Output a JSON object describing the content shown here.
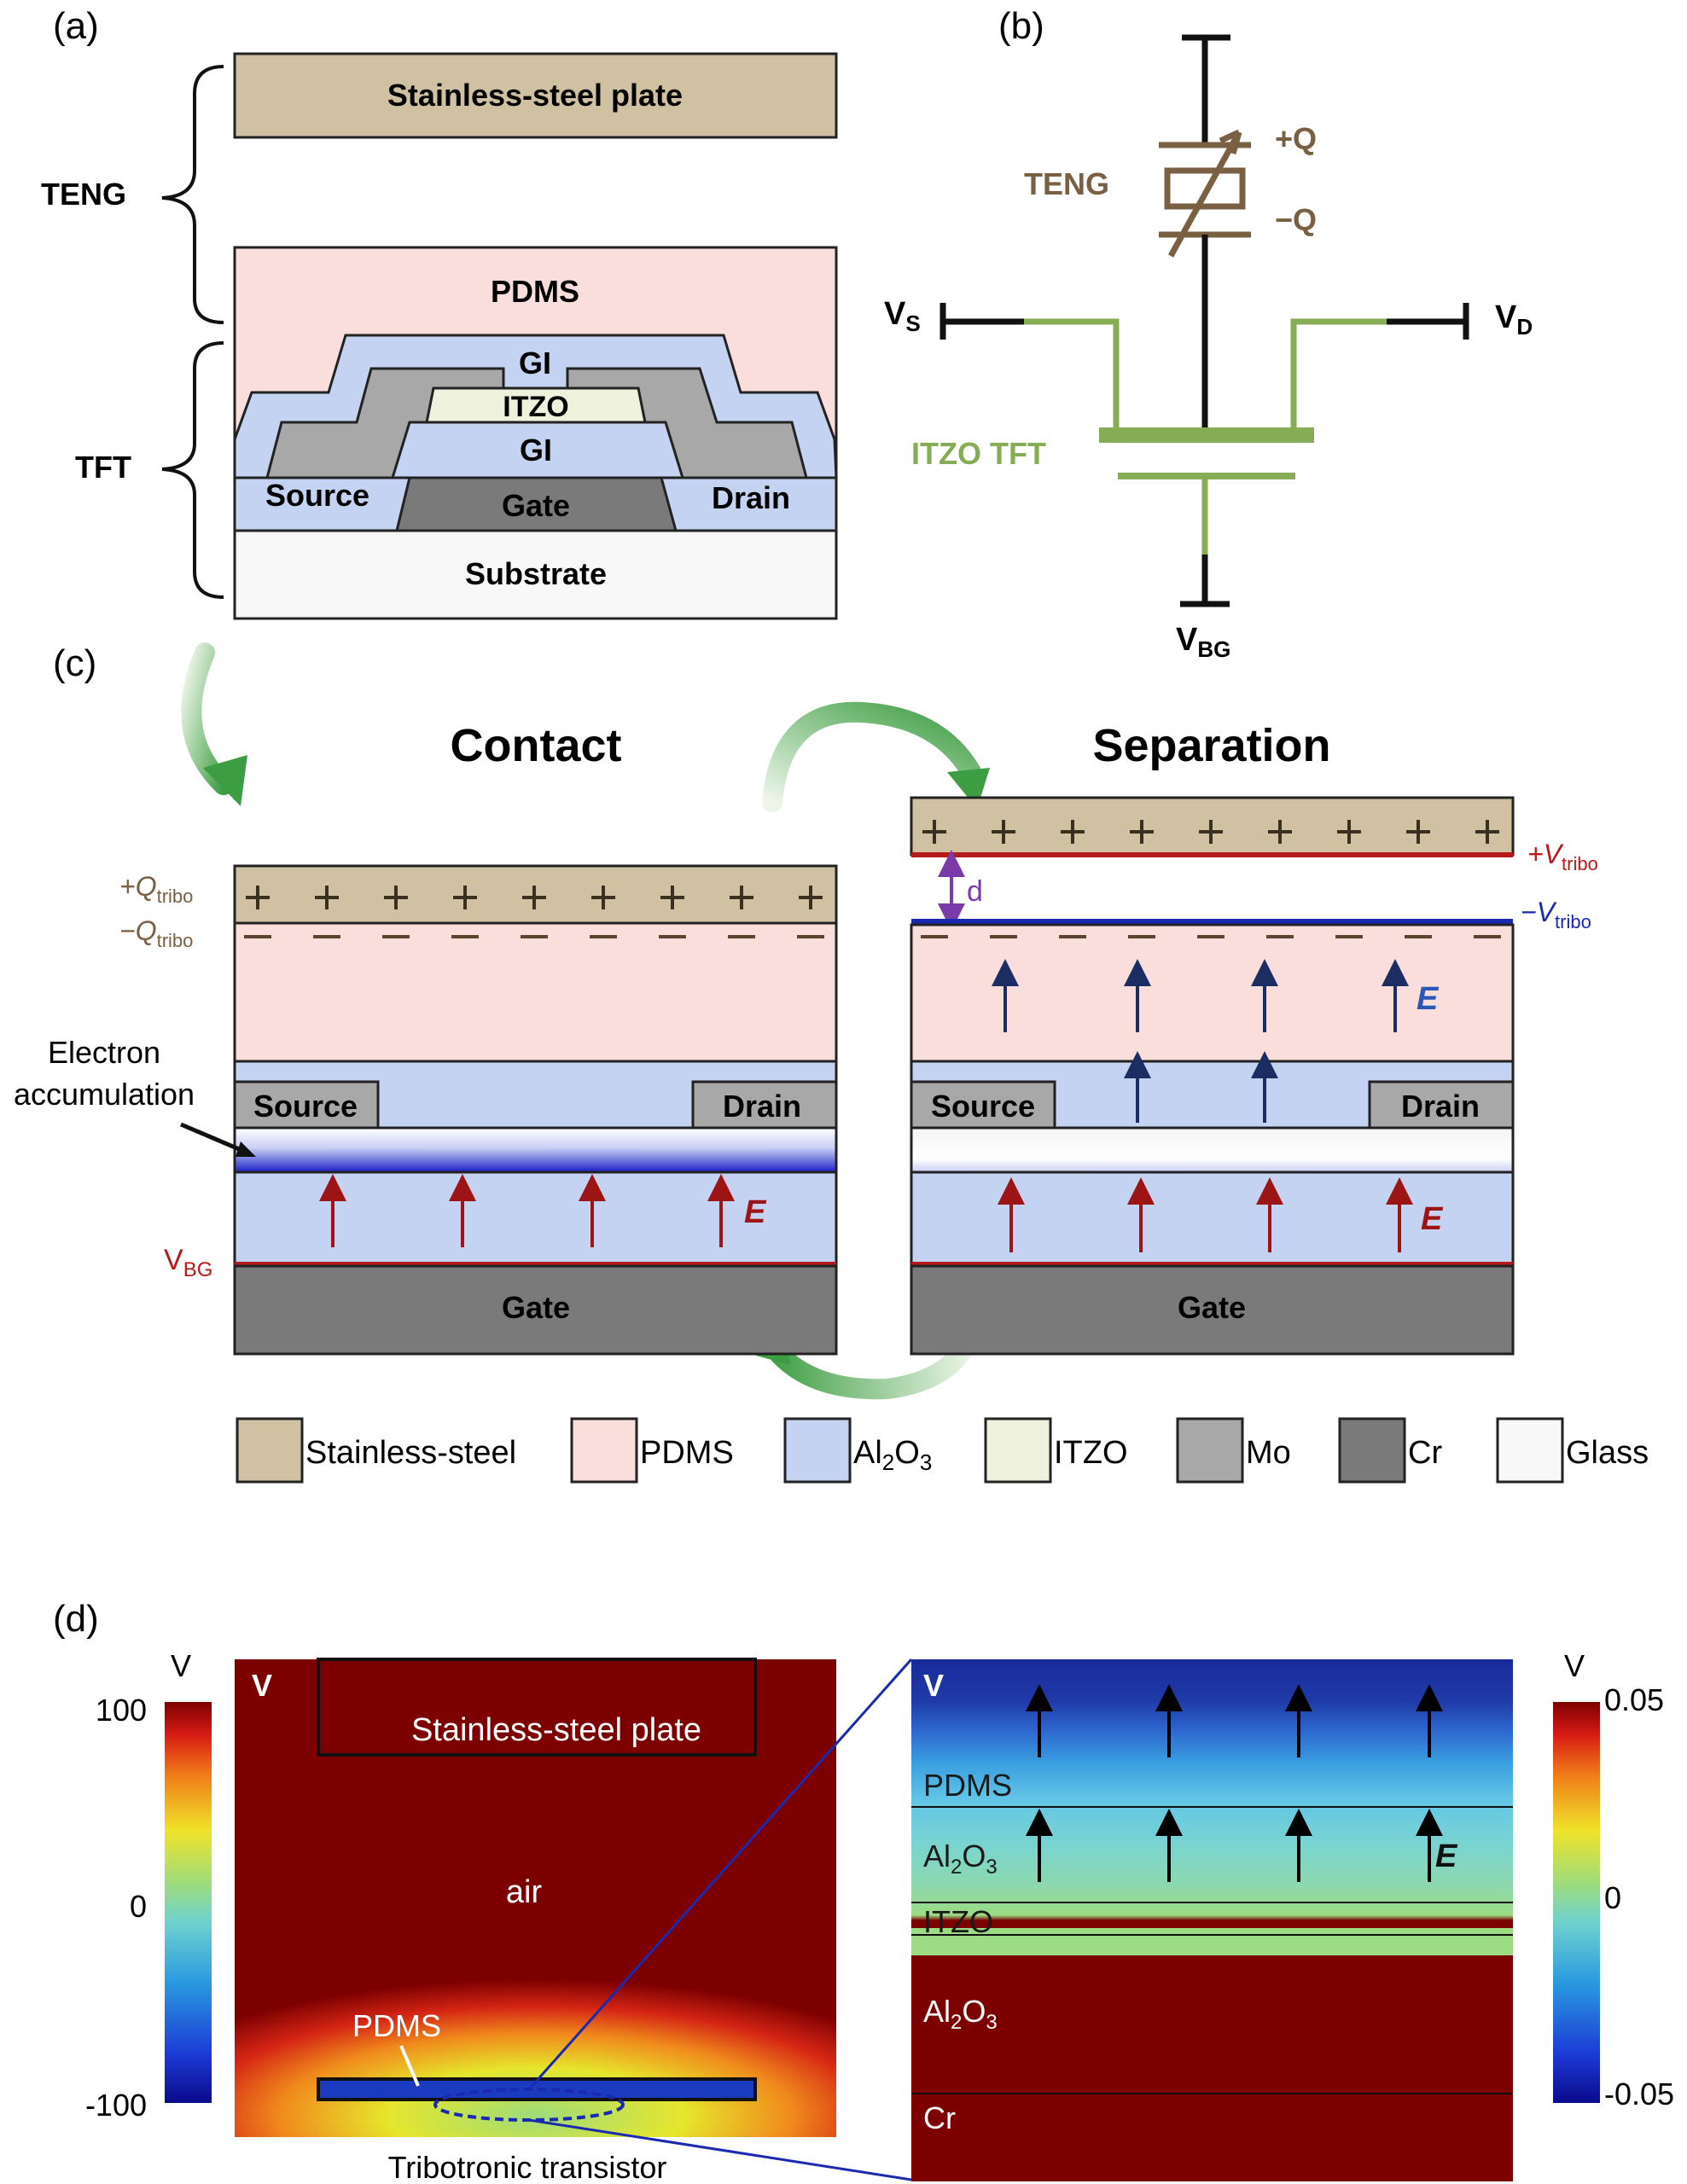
{
  "panels": {
    "a": "(a)",
    "b": "(b)",
    "c": "(c)",
    "d": "(d)"
  },
  "colors": {
    "steel": "#cfc1a1",
    "pdms": "#f9dedb",
    "al2o3": "#c4d3f2",
    "itzo": "#eef2dc",
    "mo": "#a8a8a8",
    "cr": "#7a7a7a",
    "glass": "#f8f8f8",
    "teng_brown": "#7a6042",
    "tft_green": "#86ad56",
    "field_red": "#9c1414",
    "field_navy": "#1b2d62",
    "map_dark_red": "#7d0000",
    "map_blue": "#1a2aa3"
  },
  "a": {
    "steel_plate": "Stainless-steel plate",
    "pdms": "PDMS",
    "gi_top": "GI",
    "itzo": "ITZO",
    "gi_bottom": "GI",
    "source": "Source",
    "gate": "Gate",
    "drain": "Drain",
    "substrate": "Substrate",
    "teng_label": "TENG",
    "tft_label": "TFT"
  },
  "b": {
    "teng": "TENG",
    "plus_q": "+Q",
    "minus_q": "−Q",
    "vs": "V",
    "vs_sub": "S",
    "vd": "V",
    "vd_sub": "D",
    "itzo_tft": "ITZO TFT",
    "vbg": "V",
    "vbg_sub": "BG"
  },
  "c": {
    "contact_title": "Contact",
    "separation_title": "Separation",
    "plus_q_tribo": "+Q",
    "q_sub": "tribo",
    "minus_q_tribo": "−Q",
    "electron_accum_1": "Electron",
    "electron_accum_2": "accumulation",
    "source": "Source",
    "drain": "Drain",
    "gate": "Gate",
    "vbg": "V",
    "vbg_sub": "BG",
    "field_e": "E",
    "gap_d": "d",
    "plus_v_tribo": "+V",
    "minus_v_tribo": "−V",
    "v_sub": "tribo"
  },
  "legend": [
    {
      "label": "Stainless-steel",
      "color": "#cfc1a1"
    },
    {
      "label": "PDMS",
      "color": "#f9dedb"
    },
    {
      "label": "Al",
      "sub": "2",
      "label2": "O",
      "sub2": "3",
      "color": "#c4d3f2"
    },
    {
      "label": "ITZO",
      "color": "#eef2dc"
    },
    {
      "label": "Mo",
      "color": "#a8a8a8"
    },
    {
      "label": "Cr",
      "color": "#7a7a7a"
    },
    {
      "label": "Glass",
      "color": "#f8f8f8"
    }
  ],
  "d": {
    "left_unit": "V",
    "left_ticks": [
      "100",
      "0",
      "-100"
    ],
    "left_map_label": "V",
    "steel_plate": "Stainless-steel plate",
    "air": "air",
    "pdms": "PDMS",
    "tribotronic": "Tribotronic transistor",
    "right_map_label": "V",
    "pdms_layer": "PDMS",
    "al2o3_top": "Al",
    "al2o3_sub1": "2",
    "al2o3_o": "O",
    "al2o3_sub2": "3",
    "itzo_layer": "ITZO",
    "cr_layer": "Cr",
    "field_e": "E",
    "right_unit": "V",
    "right_ticks": [
      "0.05",
      "0",
      "-0.05"
    ]
  }
}
